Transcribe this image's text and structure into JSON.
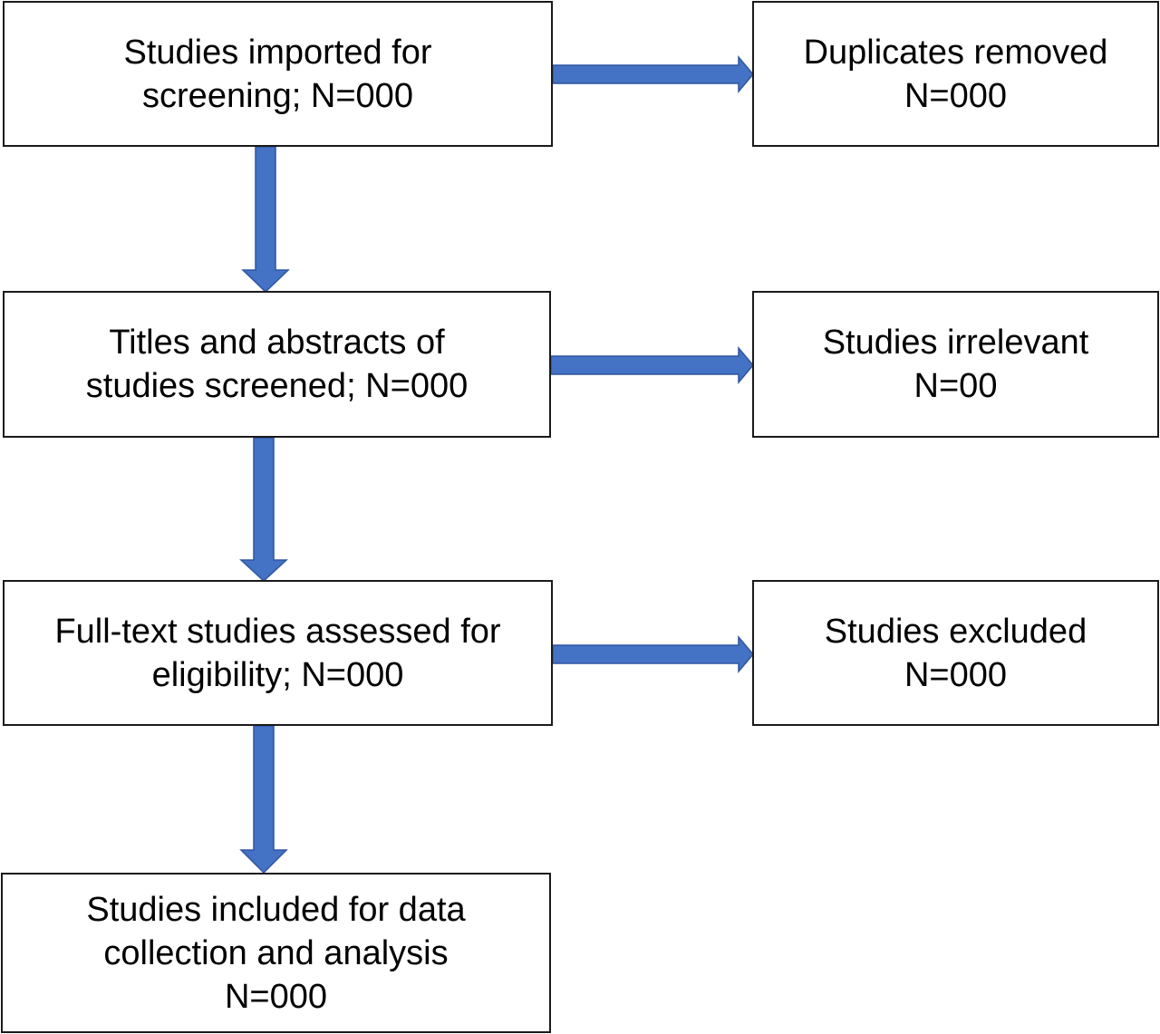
{
  "flowchart": {
    "boxes": {
      "imported": {
        "lines": [
          "Studies imported for",
          "screening; N=000"
        ]
      },
      "duplicates": {
        "lines": [
          "Duplicates removed",
          "N=000"
        ]
      },
      "titles": {
        "lines": [
          "Titles and abstracts of",
          "studies screened; N=000"
        ]
      },
      "irrelevant": {
        "lines": [
          "Studies irrelevant",
          "N=00"
        ]
      },
      "fulltext": {
        "lines": [
          "Full-text studies assessed for",
          "eligibility; N=000"
        ]
      },
      "excluded": {
        "lines": [
          "Studies excluded",
          "N=000"
        ]
      },
      "included": {
        "lines": [
          "Studies included for data",
          "collection and analysis",
          "N=000"
        ]
      }
    },
    "colors": {
      "arrow_fill": "#4472c4",
      "box_border": "#1a1a1a",
      "background": "#ffffff"
    }
  }
}
